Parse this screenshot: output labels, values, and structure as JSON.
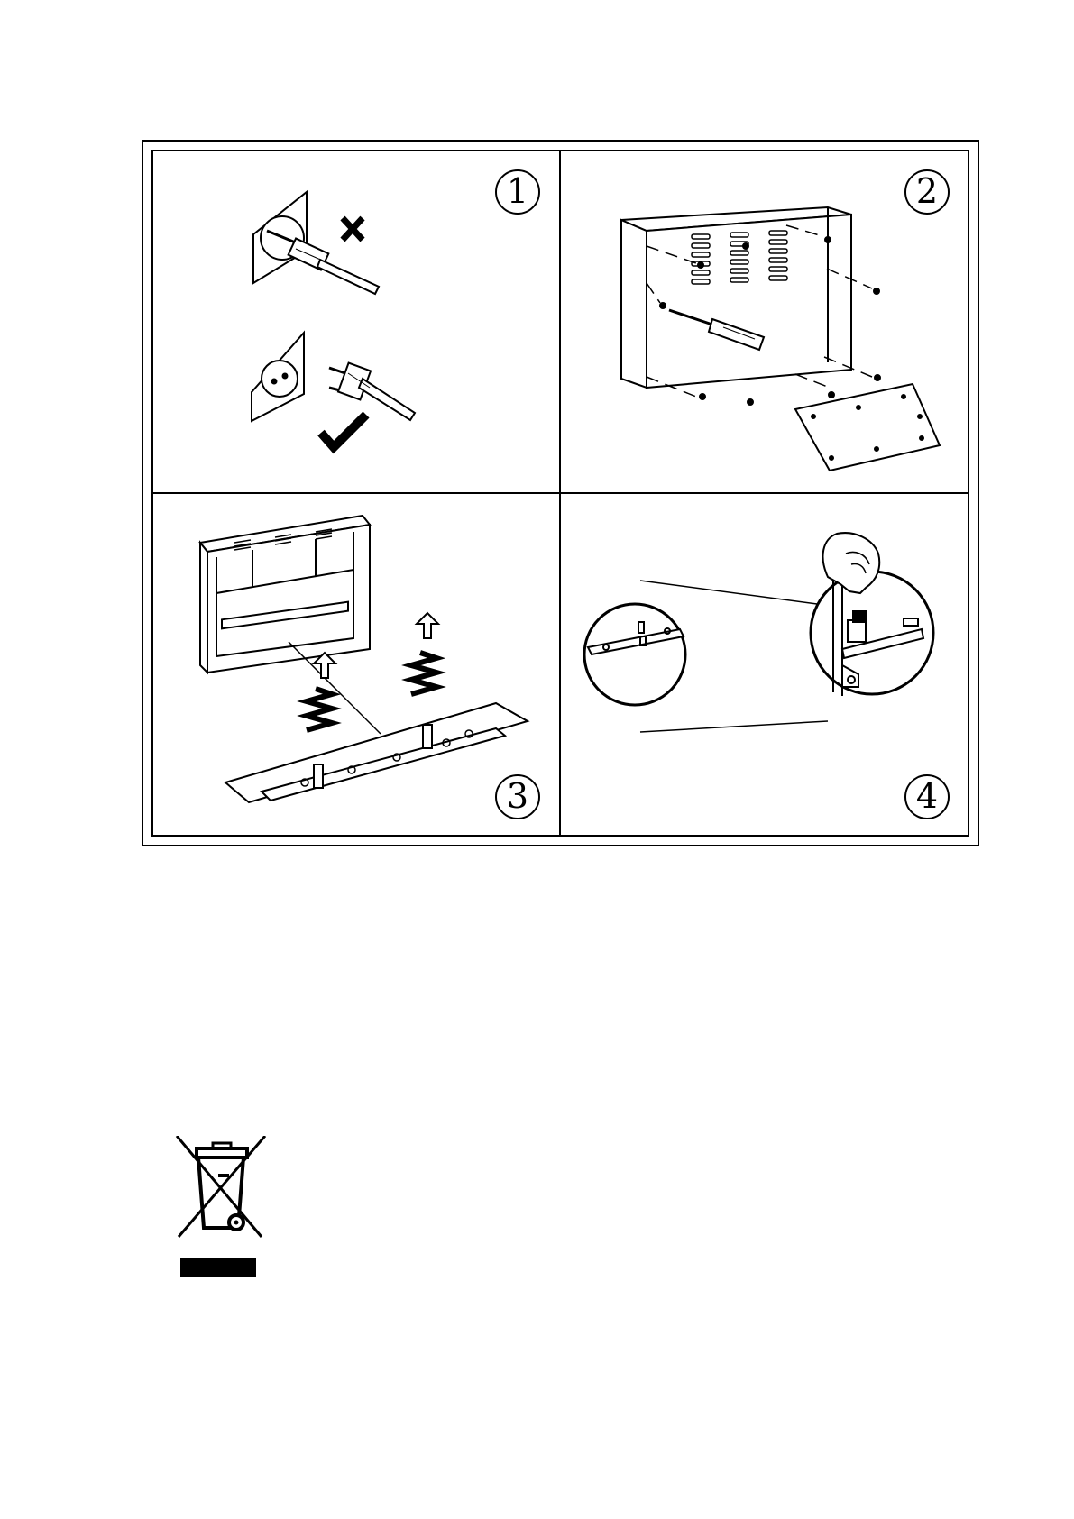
{
  "steps": [
    {
      "number": "1",
      "icon": "unplug-power-icon"
    },
    {
      "number": "2",
      "icon": "remove-back-panel-icon"
    },
    {
      "number": "3",
      "icon": "remove-springs-icon"
    },
    {
      "number": "4",
      "icon": "detach-connector-icon"
    }
  ],
  "weee": {
    "icon": "crossed-out-wheelie-bin-icon"
  },
  "colors": {
    "ink": "#000000",
    "paper": "#ffffff"
  }
}
